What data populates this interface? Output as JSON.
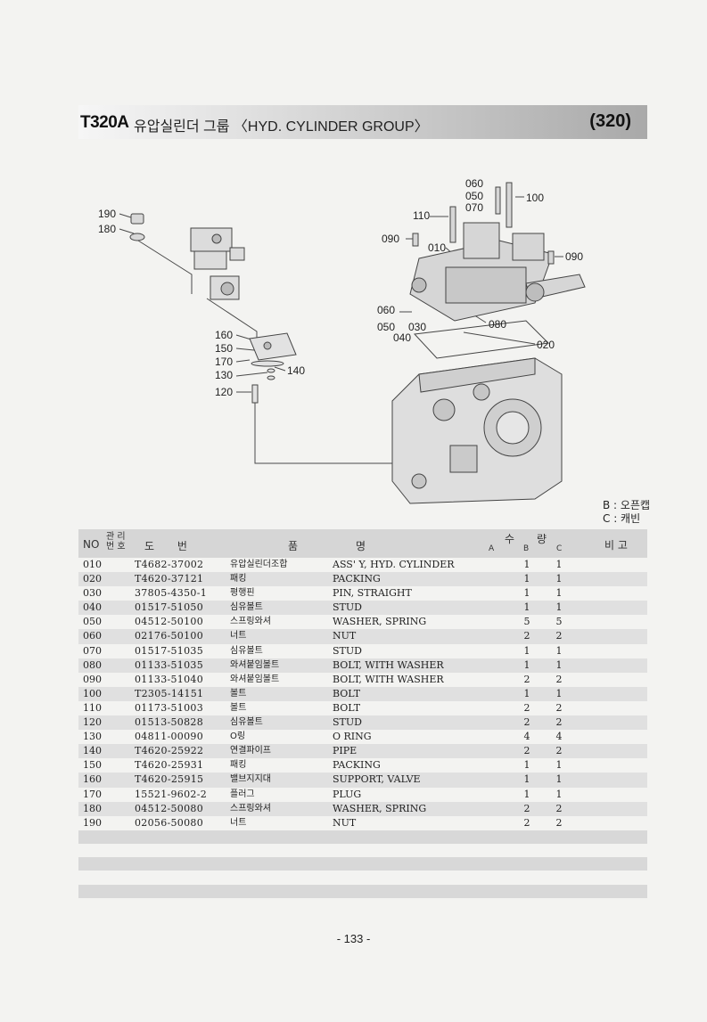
{
  "header": {
    "code": "T320A",
    "title": "유압실린더 그룹 〈HYD. CYLINDER GROUP〉",
    "group_number": "(320)"
  },
  "diagram": {
    "callouts": [
      "060",
      "050",
      "070",
      "100",
      "110",
      "090",
      "010",
      "090",
      "190",
      "180",
      "060",
      "050",
      "030",
      "040",
      "080",
      "020",
      "160",
      "150",
      "170",
      "130",
      "140",
      "120"
    ]
  },
  "legend": {
    "b": "B : 오픈캡",
    "c": "C : 캐빈"
  },
  "table": {
    "headers": {
      "no": "NO",
      "mgmt_top": "관 리",
      "mgmt_bottom": "번 호",
      "drawing_no": "도 번",
      "name_left": "품",
      "name_right": "명",
      "qty_left": "수",
      "qty_right": "량",
      "col_a": "A",
      "col_b": "B",
      "col_c": "C",
      "remarks": "비 고"
    },
    "rows": [
      {
        "no": "010",
        "part": "T4682-37002",
        "kor": "유압실린더조합",
        "eng": "ASS' Y, HYD. CYLINDER",
        "b": "1",
        "c": "1"
      },
      {
        "no": "020",
        "part": "T4620-37121",
        "kor": "패킹",
        "eng": "PACKING",
        "b": "1",
        "c": "1"
      },
      {
        "no": "030",
        "part": "37805-4350-1",
        "kor": "평행핀",
        "eng": "PIN, STRAIGHT",
        "b": "1",
        "c": "1"
      },
      {
        "no": "040",
        "part": "01517-51050",
        "kor": "심유볼트",
        "eng": "STUD",
        "b": "1",
        "c": "1"
      },
      {
        "no": "050",
        "part": "04512-50100",
        "kor": "스프링와셔",
        "eng": "WASHER, SPRING",
        "b": "5",
        "c": "5"
      },
      {
        "no": "060",
        "part": "02176-50100",
        "kor": "너트",
        "eng": "NUT",
        "b": "2",
        "c": "2"
      },
      {
        "no": "070",
        "part": "01517-51035",
        "kor": "심유볼트",
        "eng": "STUD",
        "b": "1",
        "c": "1"
      },
      {
        "no": "080",
        "part": "01133-51035",
        "kor": "와셔붙임볼트",
        "eng": "BOLT, WITH WASHER",
        "b": "1",
        "c": "1"
      },
      {
        "no": "090",
        "part": "01133-51040",
        "kor": "와셔붙임볼트",
        "eng": "BOLT, WITH WASHER",
        "b": "2",
        "c": "2"
      },
      {
        "no": "100",
        "part": "T2305-14151",
        "kor": "볼트",
        "eng": "BOLT",
        "b": "1",
        "c": "1"
      },
      {
        "no": "110",
        "part": "01173-51003",
        "kor": "볼트",
        "eng": "BOLT",
        "b": "2",
        "c": "2"
      },
      {
        "no": "120",
        "part": "01513-50828",
        "kor": "심유볼트",
        "eng": "STUD",
        "b": "2",
        "c": "2"
      },
      {
        "no": "130",
        "part": "04811-00090",
        "kor": "O링",
        "eng": "O RING",
        "b": "4",
        "c": "4"
      },
      {
        "no": "140",
        "part": "T4620-25922",
        "kor": "연결파이프",
        "eng": "PIPE",
        "b": "2",
        "c": "2"
      },
      {
        "no": "150",
        "part": "T4620-25931",
        "kor": "패킹",
        "eng": "PACKING",
        "b": "1",
        "c": "1"
      },
      {
        "no": "160",
        "part": "T4620-25915",
        "kor": "밸브지지대",
        "eng": "SUPPORT, VALVE",
        "b": "1",
        "c": "1"
      },
      {
        "no": "170",
        "part": "15521-9602-2",
        "kor": "플러그",
        "eng": "PLUG",
        "b": "1",
        "c": "1"
      },
      {
        "no": "180",
        "part": "04512-50080",
        "kor": "스프링와셔",
        "eng": "WASHER, SPRING",
        "b": "2",
        "c": "2"
      },
      {
        "no": "190",
        "part": "02056-50080",
        "kor": "너트",
        "eng": "NUT",
        "b": "2",
        "c": "2"
      }
    ]
  },
  "page": {
    "number": "- 133 -"
  }
}
